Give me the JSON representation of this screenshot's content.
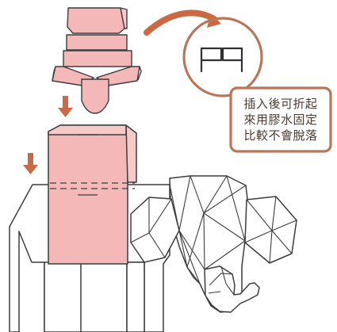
{
  "instruction": {
    "lines": [
      "插入後可折起",
      "來用膠水固定",
      "比較不會脫落"
    ]
  },
  "colors": {
    "pink_fill": "#f4b8b8",
    "outline": "#333333",
    "arrow_brown": "#c96a45",
    "bubble_brown": "#b9775a"
  },
  "icons": {
    "curved_arrow": "curved-arrow-icon",
    "down_arrow": "down-arrow-icon",
    "tab_insert": "tab-insert-icon"
  }
}
